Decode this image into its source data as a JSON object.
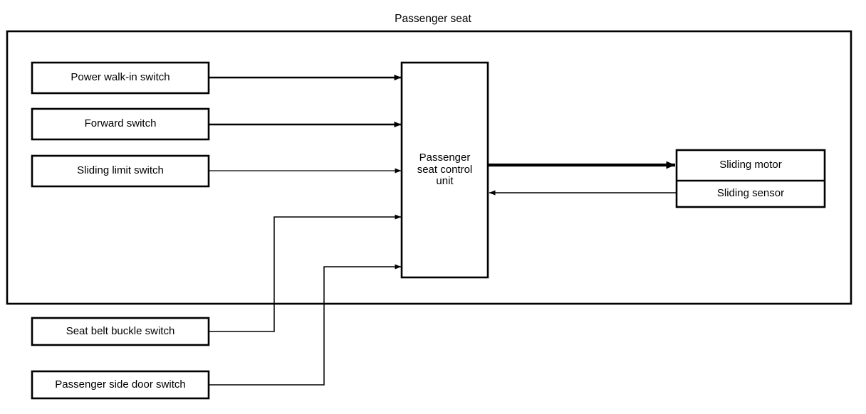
{
  "diagram": {
    "title": "Passenger seat",
    "type": "block-diagram",
    "colors": {
      "line": "#000000",
      "background": "#ffffff",
      "text": "#000000"
    }
  },
  "container": {
    "name": "Passenger seat",
    "border_label": "Passenger seat"
  },
  "inputs_inside": [
    {
      "id": "power-walk-in-switch",
      "label": "Power walk-in switch"
    },
    {
      "id": "forward-switch",
      "label": "Forward switch"
    },
    {
      "id": "sliding-limit-switch",
      "label": "Sliding limit switch"
    }
  ],
  "inputs_outside": [
    {
      "id": "seat-belt-buckle-switch",
      "label": "Seat belt buckle switch"
    },
    {
      "id": "passenger-side-door-switch",
      "label": "Passenger side door switch"
    }
  ],
  "control_unit": {
    "id": "passenger-seat-control-unit",
    "label": "Passenger\nseat control\nunit"
  },
  "outputs": [
    {
      "id": "sliding-motor",
      "label": "Sliding motor",
      "direction": "from-control-unit",
      "line_weight": "thick"
    },
    {
      "id": "sliding-sensor",
      "label": "Sliding sensor",
      "direction": "to-control-unit",
      "line_weight": "thin"
    }
  ],
  "connections": [
    {
      "from": "power-walk-in-switch",
      "to": "passenger-seat-control-unit",
      "weight": "medium"
    },
    {
      "from": "forward-switch",
      "to": "passenger-seat-control-unit",
      "weight": "medium"
    },
    {
      "from": "sliding-limit-switch",
      "to": "passenger-seat-control-unit",
      "weight": "thin"
    },
    {
      "from": "seat-belt-buckle-switch",
      "to": "passenger-seat-control-unit",
      "weight": "thin"
    },
    {
      "from": "passenger-side-door-switch",
      "to": "passenger-seat-control-unit",
      "weight": "thin"
    },
    {
      "from": "passenger-seat-control-unit",
      "to": "sliding-motor",
      "weight": "thick"
    },
    {
      "from": "sliding-sensor",
      "to": "passenger-seat-control-unit",
      "weight": "thin"
    }
  ]
}
